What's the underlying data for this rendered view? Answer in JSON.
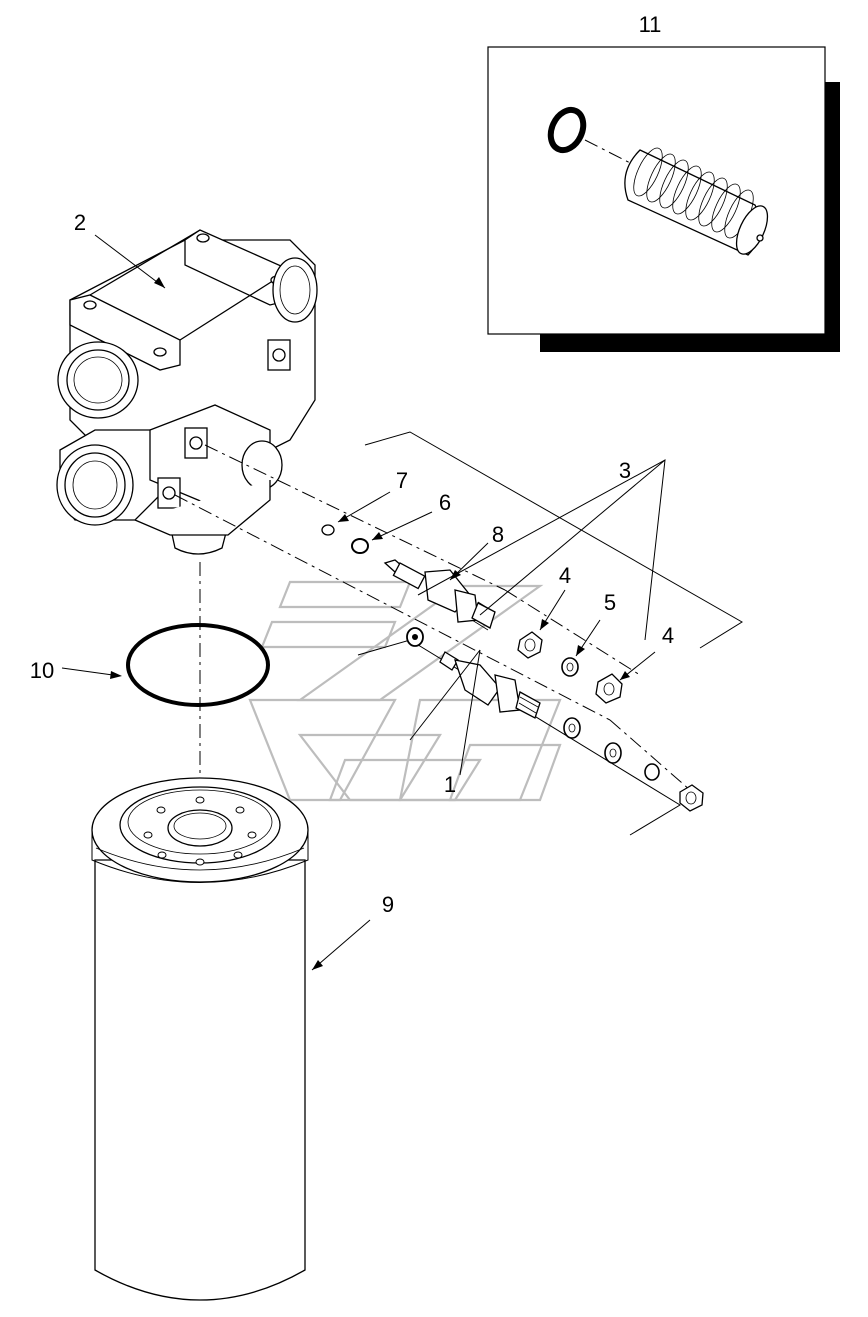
{
  "callouts": [
    {
      "id": "callout-1",
      "text": "1"
    },
    {
      "id": "callout-2",
      "text": "2"
    },
    {
      "id": "callout-3",
      "text": "3"
    },
    {
      "id": "callout-4a",
      "text": "4"
    },
    {
      "id": "callout-4b",
      "text": "4"
    },
    {
      "id": "callout-5",
      "text": "5"
    },
    {
      "id": "callout-6",
      "text": "6"
    },
    {
      "id": "callout-7",
      "text": "7"
    },
    {
      "id": "callout-8",
      "text": "8"
    },
    {
      "id": "callout-9",
      "text": "9"
    },
    {
      "id": "callout-10",
      "text": "10"
    },
    {
      "id": "callout-11",
      "text": "11"
    }
  ],
  "colors": {
    "ink": "#000000",
    "background": "#ffffff",
    "watermark": "#bdbdbd"
  }
}
